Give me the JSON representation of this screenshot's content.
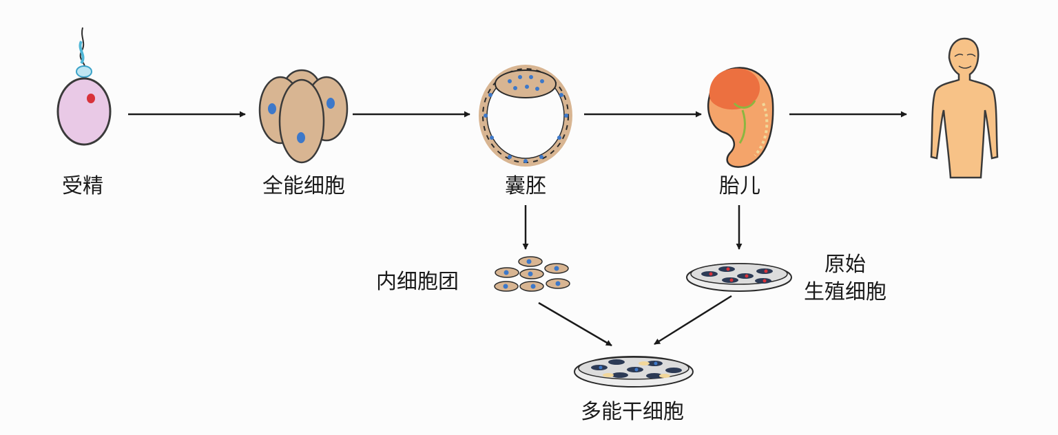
{
  "stages": {
    "fertilization": "受精",
    "totipotent": "全能细胞",
    "blastocyst": "囊胚",
    "fetus": "胎儿"
  },
  "branches": {
    "inner_cell_mass": "内细胞团",
    "primordial_germ_line1": "原始",
    "primordial_germ_line2": "生殖细胞"
  },
  "result": {
    "pluripotent": "多能干细胞"
  },
  "colors": {
    "arrow": "#1a1a1a",
    "egg": "#e9c9e6",
    "cell": "#d8b592",
    "nucleus_blue": "#3d78c9",
    "nucleus_red": "#d8323a",
    "fetus": "#f4a46a",
    "fetus_head": "#ec7040",
    "human": "#f7c287",
    "dish": "#dcdcdc"
  }
}
